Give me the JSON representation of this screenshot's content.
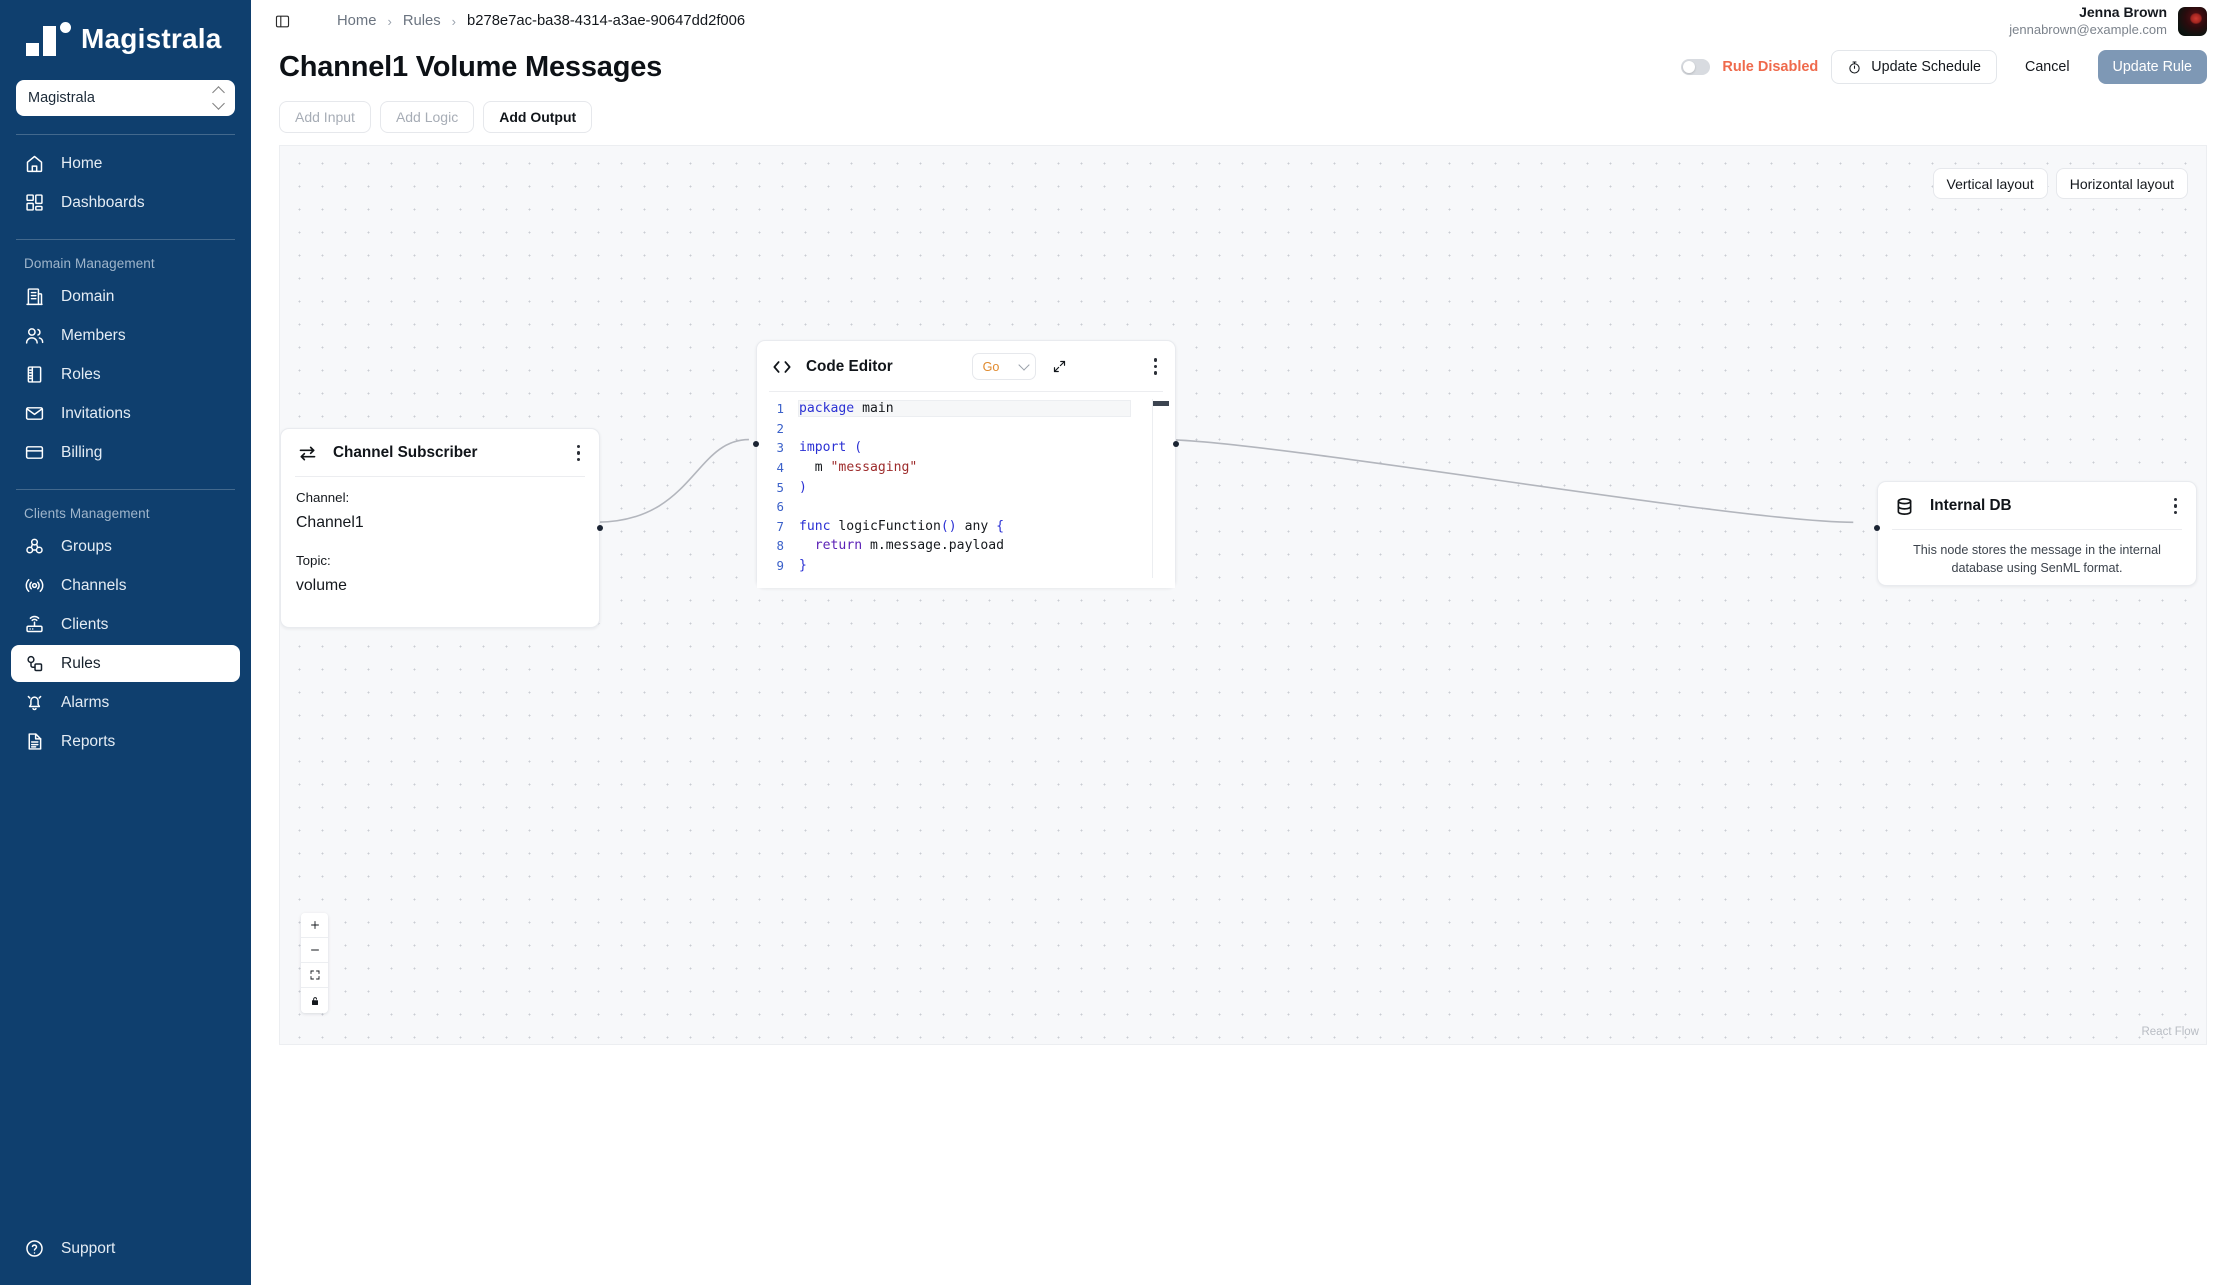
{
  "brand": {
    "name": "Magistrala",
    "logo_icon": "magistrala-logo"
  },
  "sidebar": {
    "domain_selector": {
      "value": "Magistrala",
      "icon": "chevron-up-down-icon"
    },
    "groups": [
      {
        "label": "",
        "items": [
          {
            "label": "Home",
            "icon": "home-icon",
            "active": false
          },
          {
            "label": "Dashboards",
            "icon": "grid-icon",
            "active": false
          }
        ]
      },
      {
        "label": "Domain Management",
        "items": [
          {
            "label": "Domain",
            "icon": "building-icon",
            "active": false
          },
          {
            "label": "Members",
            "icon": "users-icon",
            "active": false
          },
          {
            "label": "Roles",
            "icon": "book-icon",
            "active": false
          },
          {
            "label": "Invitations",
            "icon": "envelope-icon",
            "active": false
          },
          {
            "label": "Billing",
            "icon": "credit-card-icon",
            "active": false
          }
        ]
      },
      {
        "label": "Clients Management",
        "items": [
          {
            "label": "Groups",
            "icon": "cubes-icon",
            "active": false
          },
          {
            "label": "Channels",
            "icon": "broadcast-icon",
            "active": false
          },
          {
            "label": "Clients",
            "icon": "router-icon",
            "active": false
          },
          {
            "label": "Rules",
            "icon": "rules-nodes-icon",
            "active": true
          },
          {
            "label": "Alarms",
            "icon": "bell-icon",
            "active": false
          },
          {
            "label": "Reports",
            "icon": "document-icon",
            "active": false
          }
        ]
      }
    ],
    "support": {
      "label": "Support",
      "icon": "question-circle-icon"
    }
  },
  "topbar": {
    "panel_toggle_icon": "sidebar-toggle-icon",
    "breadcrumb": [
      {
        "label": "Home",
        "current": false
      },
      {
        "label": "Rules",
        "current": false
      },
      {
        "label": "b278e7ac-ba38-4314-a3ae-90647dd2f006",
        "current": true
      }
    ],
    "separator": "›",
    "user": {
      "name": "Jenna Brown",
      "email": "jennabrown@example.com",
      "avatar_icon": "user-avatar"
    }
  },
  "header": {
    "title": "Channel1 Volume Messages",
    "rule_toggle": {
      "state_label": "Rule Disabled",
      "enabled": false,
      "color": "#ef6a4c"
    },
    "update_schedule_label": "Update Schedule",
    "update_schedule_icon": "stopwatch-icon",
    "cancel_label": "Cancel",
    "update_rule_label": "Update Rule"
  },
  "tabs": [
    {
      "label": "Add Input",
      "enabled": false
    },
    {
      "label": "Add Logic",
      "enabled": false
    },
    {
      "label": "Add Output",
      "enabled": true
    }
  ],
  "canvas": {
    "layout_buttons": [
      {
        "label": "Vertical layout"
      },
      {
        "label": "Horizontal layout"
      }
    ],
    "controls": [
      {
        "icon": "plus-icon",
        "name": "zoom-in"
      },
      {
        "icon": "minus-icon",
        "name": "zoom-out"
      },
      {
        "icon": "fit-view-icon",
        "name": "fit-view"
      },
      {
        "icon": "lock-icon",
        "name": "lock-canvas"
      }
    ],
    "attribution": "React Flow",
    "nodes": {
      "subscriber": {
        "title": "Channel Subscriber",
        "icon": "exchange-arrows-icon",
        "fields": [
          {
            "label": "Channel:",
            "value": "Channel1"
          },
          {
            "label": "Topic:",
            "value": "volume"
          }
        ]
      },
      "code_editor": {
        "title": "Code Editor",
        "icon": "code-brackets-icon",
        "language": "Go",
        "expand_icon": "expand-diagonal-icon",
        "menu_icon": "kebab-menu-icon",
        "lines": [
          {
            "n": "1",
            "tokens": [
              {
                "t": "package ",
                "c": "kw"
              },
              {
                "t": "main",
                "c": ""
              }
            ]
          },
          {
            "n": "2",
            "tokens": []
          },
          {
            "n": "3",
            "tokens": [
              {
                "t": "import ",
                "c": "kw"
              },
              {
                "t": "(",
                "c": "punc"
              }
            ]
          },
          {
            "n": "4",
            "tokens": [
              {
                "t": "  m ",
                "c": ""
              },
              {
                "t": "\"messaging\"",
                "c": "str"
              }
            ]
          },
          {
            "n": "5",
            "tokens": [
              {
                "t": ")",
                "c": "punc"
              }
            ]
          },
          {
            "n": "6",
            "tokens": []
          },
          {
            "n": "7",
            "tokens": [
              {
                "t": "func ",
                "c": "kw"
              },
              {
                "t": "logicFunction",
                "c": "fn"
              },
              {
                "t": "()",
                "c": "punc"
              },
              {
                "t": " any ",
                "c": ""
              },
              {
                "t": "{",
                "c": "punc"
              }
            ]
          },
          {
            "n": "8",
            "tokens": [
              {
                "t": "  ",
                "c": ""
              },
              {
                "t": "return ",
                "c": "kw2"
              },
              {
                "t": "m.message.payload",
                "c": ""
              }
            ]
          },
          {
            "n": "9",
            "tokens": [
              {
                "t": "}",
                "c": "punc"
              }
            ]
          }
        ]
      },
      "internal_db": {
        "title": "Internal DB",
        "icon": "database-icon",
        "description": "This node stores the message in the internal database using SenML format."
      }
    }
  }
}
